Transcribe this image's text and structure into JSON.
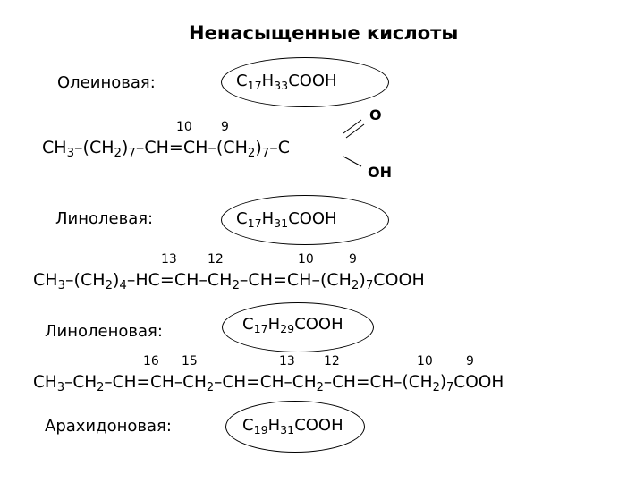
{
  "title": "Ненасыщенные кислоты",
  "acids": [
    {
      "name": "Олеиновая:",
      "formula": {
        "c": "C",
        "c_n": "17",
        "h": "H",
        "h_n": "33",
        "rest": "COOH"
      },
      "numbers": [
        "10",
        "9"
      ],
      "chain": [
        "CH",
        "3",
        "–(CH",
        "2",
        ")",
        "7",
        "–CH=CH–(CH",
        "2",
        ")",
        "7",
        "–C"
      ],
      "carboxyl": {
        "o": "O",
        "oh": "OH"
      }
    },
    {
      "name": "Линолевая:",
      "formula": {
        "c": "C",
        "c_n": "17",
        "h": "H",
        "h_n": "31",
        "rest": "COOH"
      },
      "numbers": [
        "13",
        "12",
        "10",
        "9"
      ],
      "chain": [
        "CH",
        "3",
        "–(CH",
        "2",
        ")",
        "4",
        "–HC=CH–CH",
        "2",
        "–CH=CH–(CH",
        "2",
        ")",
        "7",
        "COOH"
      ]
    },
    {
      "name": "Линоленовая:",
      "formula": {
        "c": "C",
        "c_n": "17",
        "h": "H",
        "h_n": "29",
        "rest": "COOH"
      },
      "numbers": [
        "16",
        "15",
        "13",
        "12",
        "10",
        "9"
      ],
      "chain": [
        "CH",
        "3",
        "–CH",
        "2",
        "–CH=CH–CH",
        "2",
        "–CH=CH–CH",
        "2",
        "–CH=CH–(CH",
        "2",
        ")",
        "7",
        "COOH"
      ]
    },
    {
      "name": "Арахидоновая:",
      "formula": {
        "c": "C",
        "c_n": "19",
        "h": "H",
        "h_n": "31",
        "rest": "COOH"
      }
    }
  ]
}
